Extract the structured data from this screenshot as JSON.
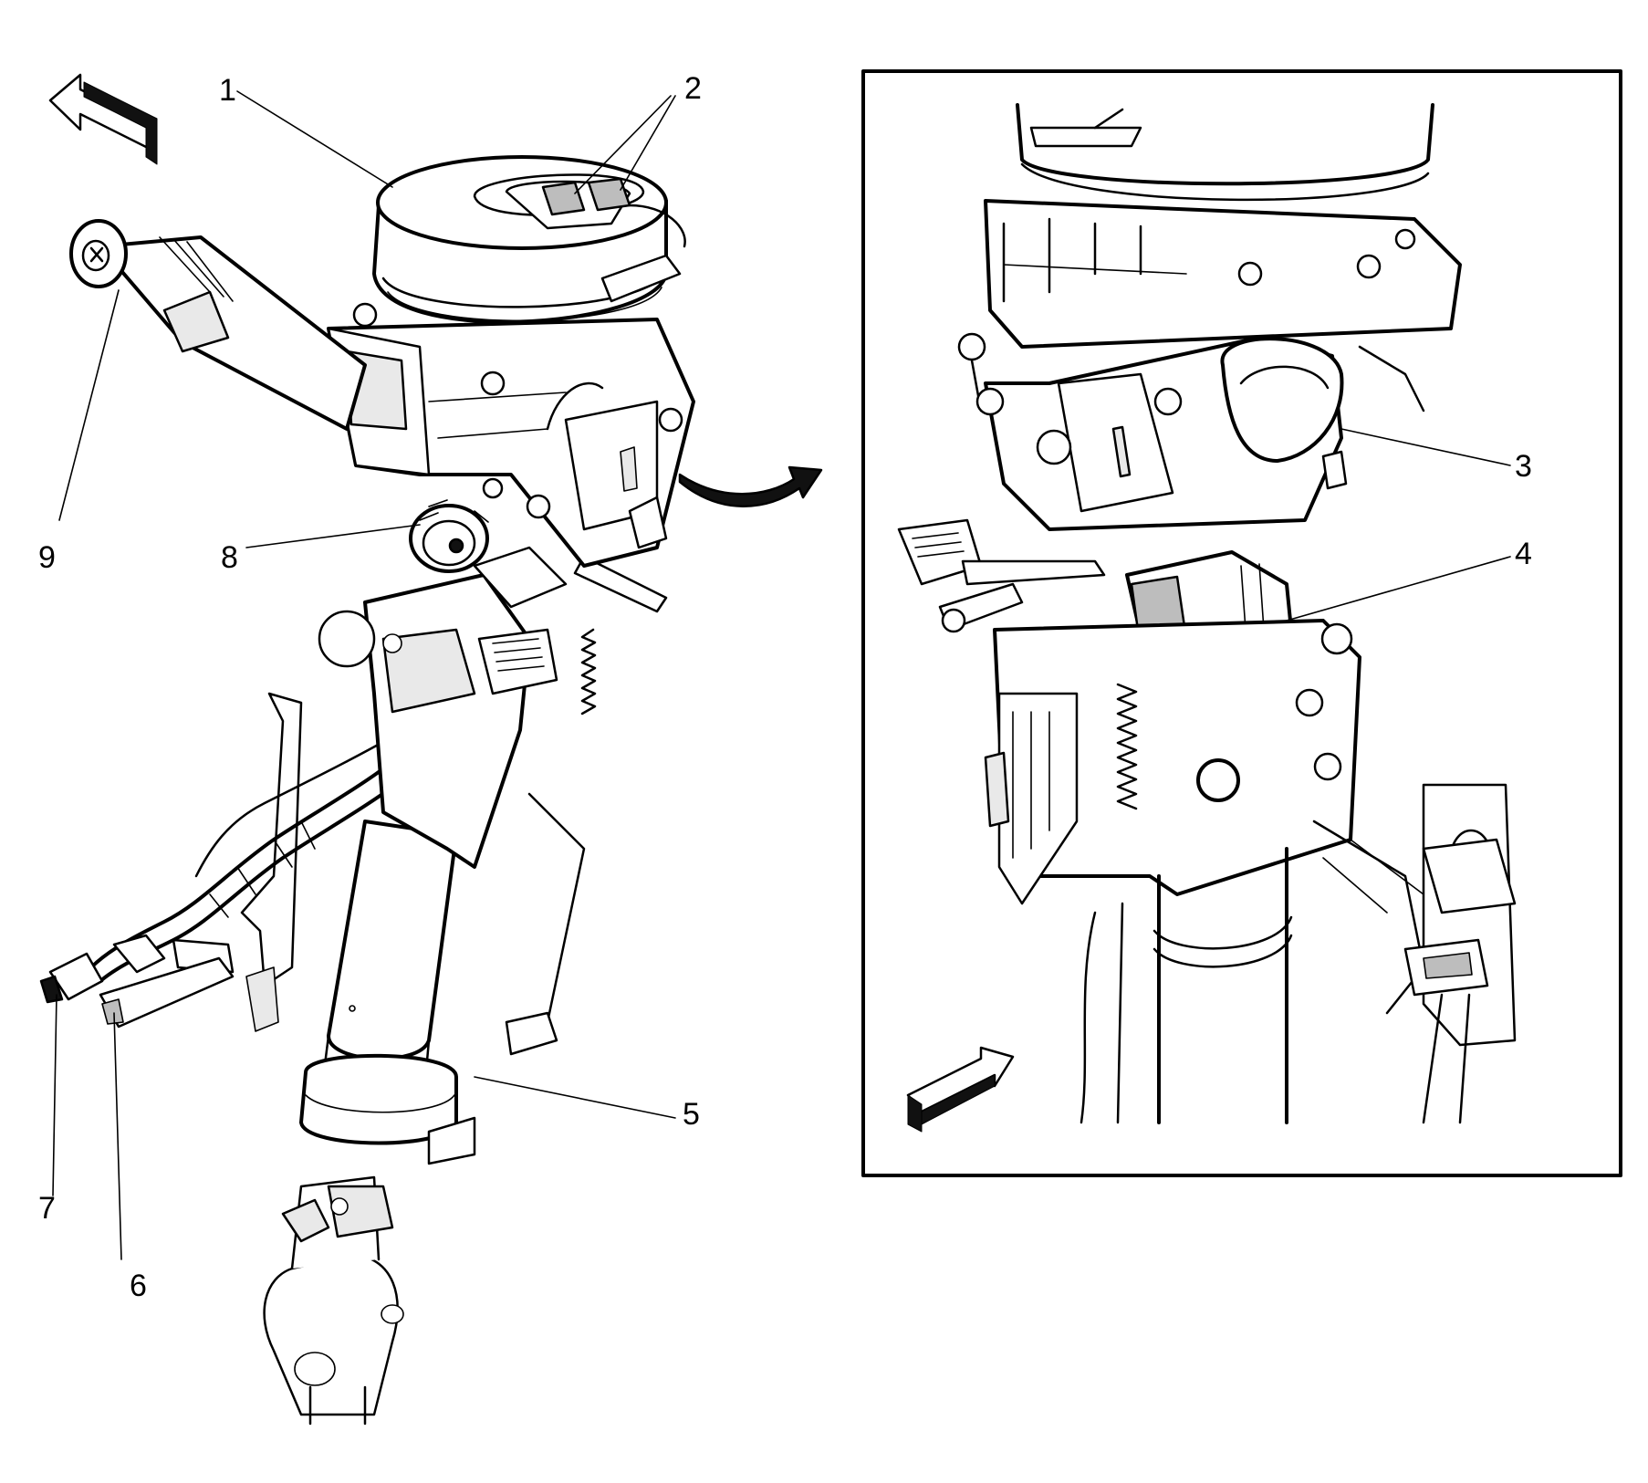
{
  "callouts": [
    {
      "id": "1",
      "label": "1"
    },
    {
      "id": "2",
      "label": "2"
    },
    {
      "id": "3",
      "label": "3"
    },
    {
      "id": "4",
      "label": "4"
    },
    {
      "id": "5",
      "label": "5"
    },
    {
      "id": "6",
      "label": "6"
    },
    {
      "id": "7",
      "label": "7"
    },
    {
      "id": "8",
      "label": "8"
    },
    {
      "id": "9",
      "label": "9"
    }
  ],
  "colors": {
    "ink": "#000000",
    "paper": "#ffffff",
    "shade": "#bdbdbd"
  },
  "icons": [
    "direction-arrow-icon",
    "view-transition-arrow-icon"
  ]
}
